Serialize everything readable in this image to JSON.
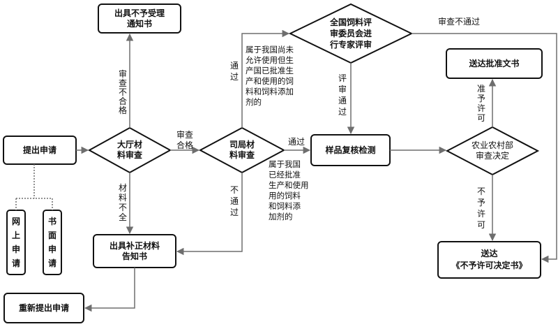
{
  "nodes": {
    "submit": "提出申请",
    "online": "网上申请",
    "paper": "书面申请",
    "hall_review": "大厅材\n料审查",
    "not_accept": "出具不予受理\n通知书",
    "supplement": "出具补正材料\n告知书",
    "resubmit": "重新提出申请",
    "bureau_review": "司局材\n料审查",
    "expert_review": "全国饲料评\n审委员会进\n行专家评审",
    "sample_test": "样品复核检测",
    "ministry_decision": "农业农村部\n审查决定",
    "send_approval": "送达批准文书",
    "send_refusal": "送达\n《不予许可决定书》"
  },
  "labels": {
    "review_pass": "审查\n合格",
    "review_fail": "审查不合格",
    "materials_incomplete": "材料不全",
    "pass_to_expert": "通过",
    "new_feed_note": "属于我国尚未\n允许使用但生\n产国已批准生\n产和使用的饲\n料和饲料添加\n剂的",
    "pass_to_test": "通过",
    "approved_feed_note": "属于我国\n已经批准\n生产和使用\n用的饲料\n和饲料添\n加剂的",
    "not_pass": "不通过",
    "review_not_pass": "审查不通过",
    "review_pass_down": "评审通过",
    "grant": "准予许可",
    "deny": "不予许可"
  }
}
